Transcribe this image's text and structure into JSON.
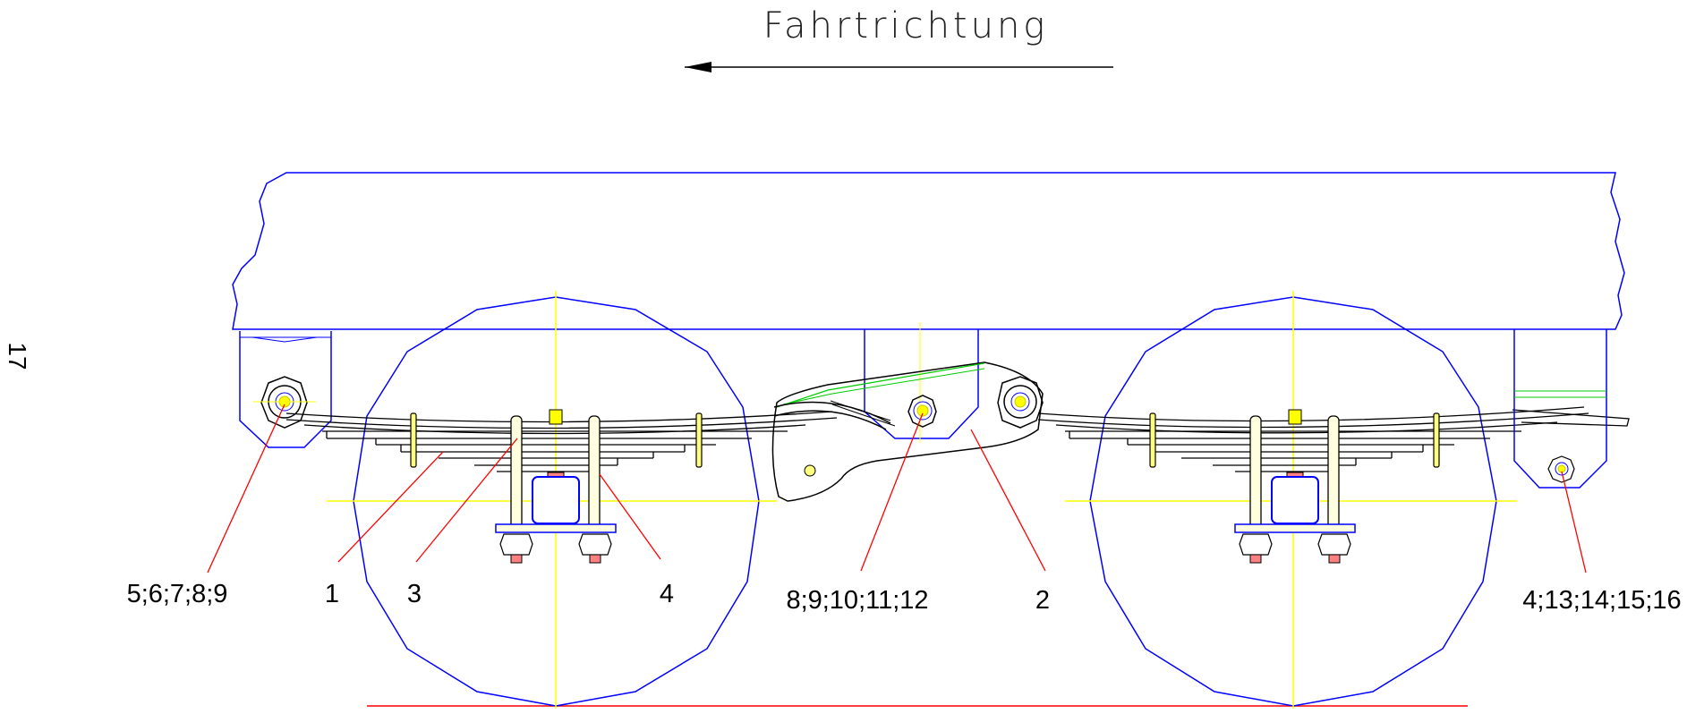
{
  "direction_label": "Fahrtrichtung",
  "page_number": "17",
  "part_labels": {
    "l_5_9": "5;6;7;8;9",
    "l_1": "1",
    "l_3": "3",
    "l_4a": "4",
    "l_8_12": "8;9;10;11;12",
    "l_2": "2",
    "l_4_16": "4;13;14;15;16"
  },
  "colors": {
    "outline": "#0000ff",
    "centerline": "#ffff00",
    "leader": "#ff0000",
    "ground": "#ff0000",
    "spring": "#000000",
    "highlight": "#00cc00",
    "hardware": "#c8c800"
  }
}
